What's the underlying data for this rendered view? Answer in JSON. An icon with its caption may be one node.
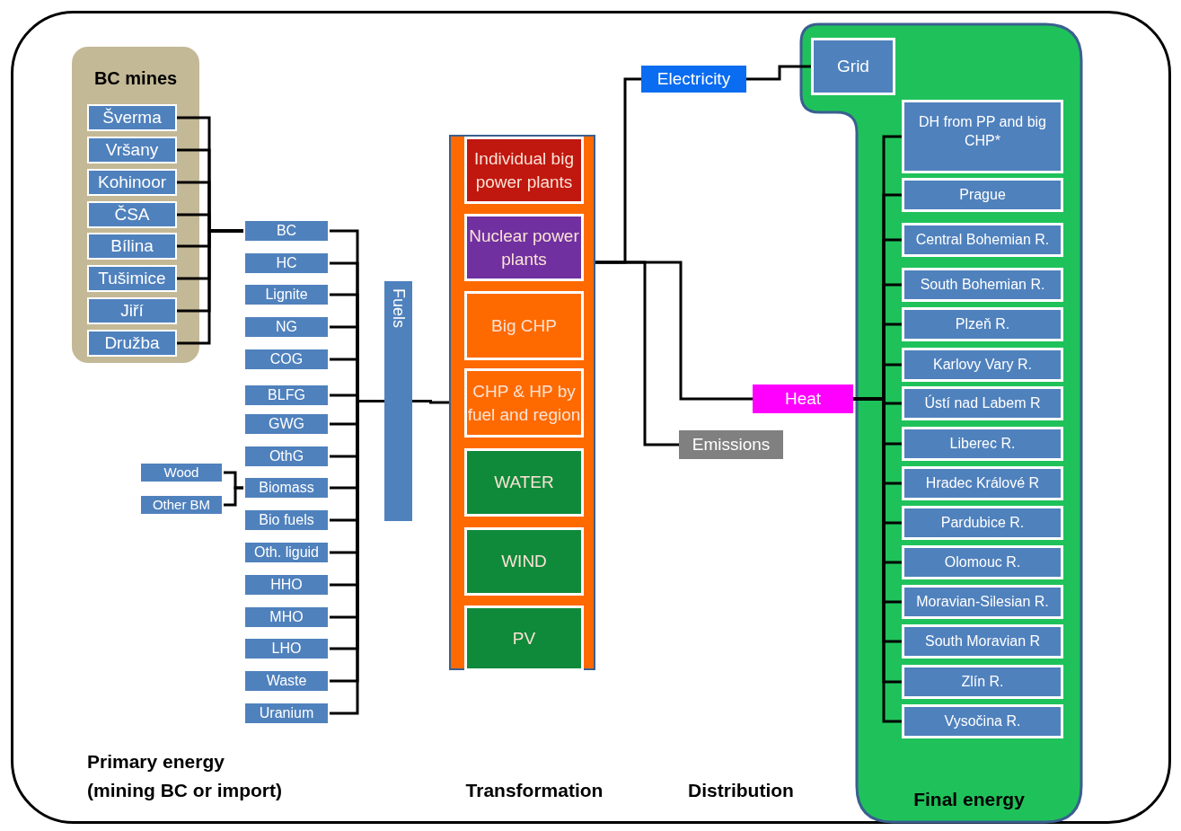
{
  "diagram": {
    "nodes": [
      {
        "text": [
          "BC mines"
        ]
      },
      {
        "text": [
          "Šverma"
        ],
        "in": 0
      },
      {
        "text": [
          "Vršany"
        ],
        "in": 0
      },
      {
        "text": [
          "Kohinoor"
        ],
        "in": 0
      },
      {
        "text": [
          "ČSA"
        ],
        "in": 0
      },
      {
        "text": [
          "Bílina"
        ],
        "in": 0
      },
      {
        "text": [
          "Tušimice"
        ],
        "in": 0
      },
      {
        "text": [
          "Jiří"
        ],
        "in": 0
      },
      {
        "text": [
          "Družba"
        ],
        "in": 0
      },
      {
        "text": [
          "BC"
        ]
      },
      {
        "text": [
          "HC"
        ]
      },
      {
        "text": [
          "Lignite"
        ]
      },
      {
        "text": [
          "NG"
        ]
      },
      {
        "text": [
          "COG"
        ]
      },
      {
        "text": [
          "BLFG"
        ]
      },
      {
        "text": [
          "GWG"
        ]
      },
      {
        "text": [
          "OthG"
        ]
      },
      {
        "text": [
          "Biomass"
        ]
      },
      {
        "text": [
          "Bio fuels"
        ]
      },
      {
        "text": [
          "Oth. liguid"
        ]
      },
      {
        "text": [
          "HHO"
        ]
      },
      {
        "text": [
          "MHO"
        ]
      },
      {
        "text": [
          "LHO"
        ]
      },
      {
        "text": [
          "Waste"
        ]
      },
      {
        "text": [
          "Uranium"
        ]
      },
      {
        "text": [
          "Wood"
        ]
      },
      {
        "text": [
          "Other BM"
        ]
      },
      {
        "text": [
          "Fuels"
        ]
      },
      {
        "text": [],
        "shape": "box"
      },
      {
        "text": [
          "Individual big power plants"
        ],
        "in": 28
      },
      {
        "text": [
          "Nuclear power plants"
        ],
        "in": 28
      },
      {
        "text": [
          "Big CHP"
        ],
        "in": 28
      },
      {
        "text": [
          "CHP & HP by fuel and region"
        ],
        "in": 28
      },
      {
        "text": [
          "WATER"
        ],
        "in": 28
      },
      {
        "text": [
          "WIND"
        ],
        "in": 28
      },
      {
        "text": [
          "PV"
        ],
        "in": 28
      },
      {
        "text": [
          "Electricity"
        ]
      },
      {
        "text": [
          "Final energy"
        ]
      },
      {
        "text": [
          "Grid"
        ],
        "in": 37
      },
      {
        "text": [
          "Heat"
        ]
      },
      {
        "text": [
          "Emissions"
        ]
      },
      {
        "text": [
          "DH from PP and big CHP*"
        ],
        "in": 37
      },
      {
        "text": [
          "Prague"
        ],
        "in": 37
      },
      {
        "text": [
          "Central Bohemian R."
        ],
        "in": 37
      },
      {
        "text": [
          "South Bohemian R."
        ],
        "in": 37
      },
      {
        "text": [
          "Plzeň R."
        ],
        "in": 37
      },
      {
        "text": [
          "Karlovy Vary R."
        ],
        "in": 37
      },
      {
        "text": [
          "Ústí nad Labem R"
        ],
        "in": 37
      },
      {
        "text": [
          "Liberec R."
        ],
        "in": 37
      },
      {
        "text": [
          "Hradec Králové R"
        ],
        "in": 37
      },
      {
        "text": [
          "Pardubice R."
        ],
        "in": 37
      },
      {
        "text": [
          "Olomouc R."
        ],
        "in": 37
      },
      {
        "text": [
          "Moravian-Silesian R."
        ],
        "in": 37
      },
      {
        "text": [
          "South Moravian R"
        ],
        "in": 37
      },
      {
        "text": [
          "Zlín R."
        ],
        "in": 37
      },
      {
        "text": [
          "Vysočina R."
        ],
        "in": 37
      }
    ],
    "edges": [
      {
        "from": 1,
        "to": 9,
        "arrow": "none"
      },
      {
        "from": 2,
        "to": 9,
        "arrow": "none"
      },
      {
        "from": 3,
        "to": 9,
        "arrow": "none"
      },
      {
        "from": 4,
        "to": 9,
        "arrow": "none"
      },
      {
        "from": 5,
        "to": 9,
        "arrow": "none"
      },
      {
        "from": 6,
        "to": 9,
        "arrow": "none"
      },
      {
        "from": 7,
        "to": 9,
        "arrow": "none"
      },
      {
        "from": 8,
        "to": 9,
        "arrow": "none"
      },
      {
        "from": 25,
        "to": 17,
        "arrow": "none"
      },
      {
        "from": 26,
        "to": 17,
        "arrow": "none"
      },
      {
        "from": 9,
        "to": 27,
        "arrow": "none"
      },
      {
        "from": 10,
        "to": 27,
        "arrow": "none"
      },
      {
        "from": 11,
        "to": 27,
        "arrow": "none"
      },
      {
        "from": 12,
        "to": 27,
        "arrow": "none"
      },
      {
        "from": 13,
        "to": 27,
        "arrow": "none"
      },
      {
        "from": 14,
        "to": 27,
        "arrow": "none"
      },
      {
        "from": 15,
        "to": 27,
        "arrow": "none"
      },
      {
        "from": 16,
        "to": 27,
        "arrow": "none"
      },
      {
        "from": 17,
        "to": 27,
        "arrow": "none"
      },
      {
        "from": 18,
        "to": 27,
        "arrow": "none"
      },
      {
        "from": 19,
        "to": 27,
        "arrow": "none"
      },
      {
        "from": 20,
        "to": 27,
        "arrow": "none"
      },
      {
        "from": 21,
        "to": 27,
        "arrow": "none"
      },
      {
        "from": 22,
        "to": 27,
        "arrow": "none"
      },
      {
        "from": 23,
        "to": 27,
        "arrow": "none"
      },
      {
        "from": 24,
        "to": 27,
        "arrow": "none"
      },
      {
        "from": 27,
        "to": 28,
        "arrow": "none"
      },
      {
        "from": 28,
        "to": 36,
        "arrow": "none"
      },
      {
        "from": 28,
        "to": 39,
        "arrow": "none"
      },
      {
        "from": 28,
        "to": 40,
        "arrow": "none"
      },
      {
        "from": 36,
        "to": 38,
        "arrow": "none"
      },
      {
        "from": 39,
        "to": 41,
        "arrow": "none"
      },
      {
        "from": 39,
        "to": 42,
        "arrow": "none"
      },
      {
        "from": 39,
        "to": 43,
        "arrow": "none"
      },
      {
        "from": 39,
        "to": 44,
        "arrow": "none"
      },
      {
        "from": 39,
        "to": 45,
        "arrow": "none"
      },
      {
        "from": 39,
        "to": 46,
        "arrow": "none"
      },
      {
        "from": 39,
        "to": 47,
        "arrow": "none"
      },
      {
        "from": 39,
        "to": 48,
        "arrow": "none"
      },
      {
        "from": 39,
        "to": 49,
        "arrow": "none"
      },
      {
        "from": 39,
        "to": 50,
        "arrow": "none"
      },
      {
        "from": 39,
        "to": 51,
        "arrow": "none"
      },
      {
        "from": 39,
        "to": 52,
        "arrow": "none"
      },
      {
        "from": 39,
        "to": 53,
        "arrow": "none"
      },
      {
        "from": 39,
        "to": 54,
        "arrow": "none"
      },
      {
        "from": 39,
        "to": 55,
        "arrow": "none"
      }
    ],
    "labels": [
      "Primary energy (mining BC or import)",
      "Transformation",
      "Distribution"
    ]
  }
}
